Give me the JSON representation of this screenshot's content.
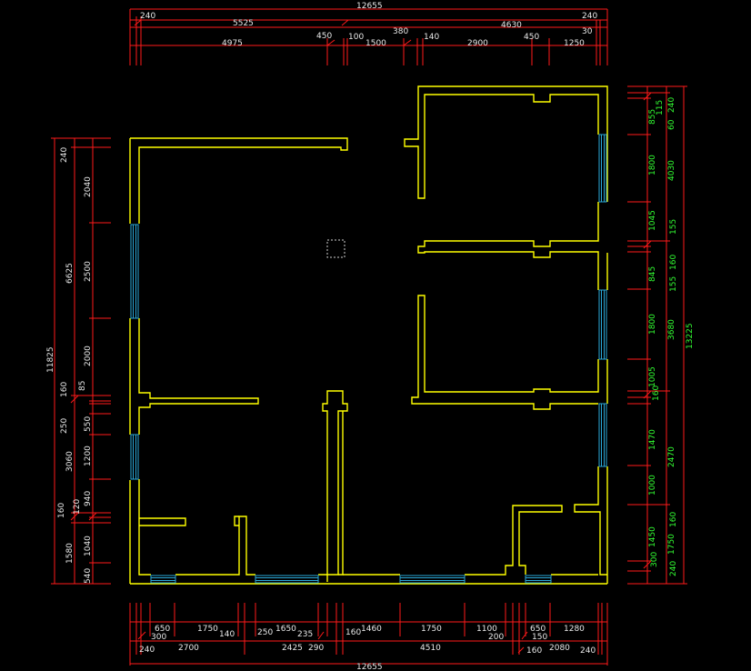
{
  "colors": {
    "background": "#000000",
    "dimension_line": "#ff1a1a",
    "wall": "#ffff00",
    "window": "#2aa8d8",
    "dimension_text": "#e8e8e8",
    "dimension_text_alt": "#33ff33"
  },
  "top": {
    "overall": "12655",
    "row1": [
      "240",
      "5525",
      "4630",
      "240"
    ],
    "row2": [
      "4975",
      "450",
      "100",
      "1500",
      "380",
      "140",
      "2900",
      "450",
      "1250",
      "30"
    ]
  },
  "bottom": {
    "overall": "12655",
    "row1": [
      "650",
      "300",
      "1750",
      "140",
      "250",
      "1650",
      "235",
      "160",
      "1460",
      "1750",
      "1100",
      "200",
      "650",
      "150",
      "1280"
    ],
    "row2": [
      "240",
      "2700",
      "2425",
      "290",
      "4510",
      "160",
      "2080",
      "240"
    ]
  },
  "left": {
    "overall": "11825",
    "group": [
      "6625",
      "3060",
      "1580"
    ],
    "inner": [
      "240",
      "2040",
      "2500",
      "2000",
      "160",
      "85",
      "250",
      "550",
      "1200",
      "940",
      "120",
      "160",
      "1040",
      "540"
    ]
  },
  "right": {
    "overall": "13225",
    "group": [
      "4030",
      "3680",
      "2470",
      "1750"
    ],
    "inner": [
      "855",
      "115",
      "240",
      "60",
      "1800",
      "1045",
      "155",
      "845",
      "160",
      "155",
      "1800",
      "1005",
      "160",
      "1470",
      "1000",
      "1450",
      "160",
      "300",
      "240"
    ]
  }
}
